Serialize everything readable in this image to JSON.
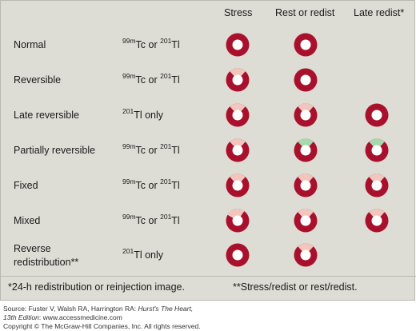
{
  "colors": {
    "panel_bg": "#dddcd5",
    "normal_uptake": "#a8102c",
    "reduced_uptake": "#f3c6bd",
    "improved_uptake": "#a6d9ad",
    "center": "#ffffff"
  },
  "headers": {
    "stress": "Stress",
    "rest": "Rest or redist",
    "late": "Late redist*"
  },
  "rows": [
    {
      "label": "Normal",
      "tracer_pre": "99m",
      "tracer_a": "Tc or ",
      "tracer_sup": "201",
      "tracer_b": "Tl",
      "stress": {
        "defect": "none"
      },
      "rest": {
        "defect": "none"
      },
      "late": null
    },
    {
      "label": "Reversible",
      "tracer_pre": "99m",
      "tracer_a": "Tc or ",
      "tracer_sup": "201",
      "tracer_b": "Tl",
      "stress": {
        "defect": "reduced"
      },
      "rest": {
        "defect": "none"
      },
      "late": null
    },
    {
      "label": "Late reversible",
      "tracer_pre": "",
      "tracer_a": "",
      "tracer_sup": "201",
      "tracer_b": "Tl only",
      "stress": {
        "defect": "reduced"
      },
      "rest": {
        "defect": "reduced"
      },
      "late": {
        "defect": "none"
      }
    },
    {
      "label": "Partially reversible",
      "tracer_pre": "99m",
      "tracer_a": "Tc or ",
      "tracer_sup": "201",
      "tracer_b": "Tl",
      "stress": {
        "defect": "reduced"
      },
      "rest": {
        "defect": "improved"
      },
      "late": {
        "defect": "improved"
      }
    },
    {
      "label": "Fixed",
      "tracer_pre": "99m",
      "tracer_a": "Tc or ",
      "tracer_sup": "201",
      "tracer_b": "Tl",
      "stress": {
        "defect": "reduced"
      },
      "rest": {
        "defect": "reduced"
      },
      "late": {
        "defect": "reduced"
      }
    },
    {
      "label": "Mixed",
      "tracer_pre": "99m",
      "tracer_a": "Tc or ",
      "tracer_sup": "201",
      "tracer_b": "Tl",
      "stress": {
        "defect": "reduced_large"
      },
      "rest": {
        "defect": "reduced"
      },
      "late": {
        "defect": "reduced"
      }
    },
    {
      "label": "Reverse\nredistribution**",
      "tracer_pre": "",
      "tracer_a": "",
      "tracer_sup": "201",
      "tracer_b": "Tl only",
      "stress": {
        "defect": "none"
      },
      "rest": {
        "defect": "reduced"
      },
      "late": null
    }
  ],
  "footnotes": {
    "left": "*24-h redistribution or reinjection image.",
    "right": "**Stress/redist or rest/redist."
  },
  "source": {
    "line1_prefix": "Source: Fuster V, Walsh RA, Harrington RA: ",
    "line1_title": "Hurst's The Heart,",
    "line2_title": "13th Edition",
    "line2_rest": ": www.accessmedicine.com",
    "line3": "Copyright © The McGraw-Hill Companies, Inc. All rights reserved."
  }
}
